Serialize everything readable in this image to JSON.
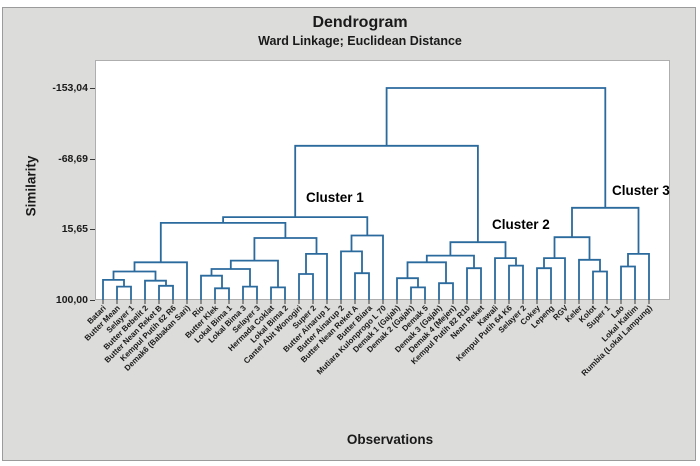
{
  "chart_data": {
    "type": "dendrogram",
    "title": "Dendrogram",
    "subtitle": "Ward Linkage; Euclidean Distance",
    "xlabel": "Observations",
    "ylabel": "Similarity",
    "y_axis": {
      "tick_labels": [
        "-153,04",
        "-68,69",
        "15,65",
        "100,00"
      ],
      "tick_values": [
        -153.04,
        -68.69,
        15.65,
        100.0
      ],
      "min": -153.04,
      "max": 100.0
    },
    "cluster_labels": [
      {
        "text": "Cluster 1"
      },
      {
        "text": "Cluster 2"
      },
      {
        "text": "Cluster 3"
      }
    ],
    "line_color": "#2b6a9d",
    "leaves": [
      "Batari",
      "Butter Mean",
      "Selayer 1",
      "Butter Bebelit 2",
      "Butter Nean Reket B",
      "Kempul Putih 62 R6",
      "Demak6 (Babakan Sari)",
      "Rio",
      "Butter Klek",
      "Lokal Bima 1",
      "Lokal Bima 3",
      "Selayer 3",
      "Hermada Coklat",
      "Lokal Bima 2",
      "Cantel Abit Wonogiri",
      "Super 2",
      "Butter Ainarup 1",
      "Butter Ainarup 2",
      "Butter Nean Reket A",
      "Butter Biara",
      "Mutiara Kulonprogo L 70",
      "Demak 1 (Gajah)",
      "Demak 2 (Gajah)",
      "Demak 5",
      "Demak 3 (Gajah)",
      "Demak 4 (Mejen)",
      "Kempul Putih 82 R10",
      "Nean Reket",
      "Kawali",
      "Kempul Putih 64 K6",
      "Selayer 2",
      "Cokey",
      "Lepeng",
      "RGV",
      "Keler",
      "Kolot",
      "Super 1",
      "Lao",
      "Lokal Kaltim",
      "Rumbia (Lokal Lampung)"
    ],
    "merges": [
      [
        1,
        2,
        84
      ],
      [
        0,
        "m0",
        76
      ],
      [
        4,
        5,
        83
      ],
      [
        3,
        "m2",
        77
      ],
      [
        "m1",
        "m3",
        66
      ],
      [
        "m4",
        6,
        55
      ],
      [
        8,
        9,
        86
      ],
      [
        7,
        "m6",
        71
      ],
      [
        10,
        11,
        84
      ],
      [
        "m7",
        "m8",
        63
      ],
      [
        12,
        13,
        85
      ],
      [
        "m9",
        "m10",
        53
      ],
      [
        14,
        15,
        69
      ],
      [
        "m12",
        16,
        45
      ],
      [
        "m11",
        "m13",
        26
      ],
      [
        "m5",
        "m14",
        8
      ],
      [
        18,
        19,
        68
      ],
      [
        17,
        "m16",
        42
      ],
      [
        "m17",
        20,
        23
      ],
      [
        "m15",
        "m18",
        1
      ],
      [
        22,
        23,
        85
      ],
      [
        21,
        "m20",
        74
      ],
      [
        24,
        25,
        80
      ],
      [
        "m21",
        "m22",
        55
      ],
      [
        26,
        27,
        62
      ],
      [
        "m23",
        "m24",
        47
      ],
      [
        29,
        30,
        59
      ],
      [
        28,
        "m26",
        50
      ],
      [
        "m25",
        "m27",
        31
      ],
      [
        31,
        32,
        62
      ],
      [
        "m29",
        33,
        50
      ],
      [
        35,
        36,
        66
      ],
      [
        34,
        "m31",
        52
      ],
      [
        "m30",
        "m32",
        25
      ],
      [
        37,
        38,
        60
      ],
      [
        "m34",
        39,
        45
      ],
      [
        "m33",
        "m35",
        -10
      ],
      [
        "m19",
        "m28",
        -84
      ],
      [
        "m37",
        "m36",
        -153.04
      ]
    ]
  }
}
